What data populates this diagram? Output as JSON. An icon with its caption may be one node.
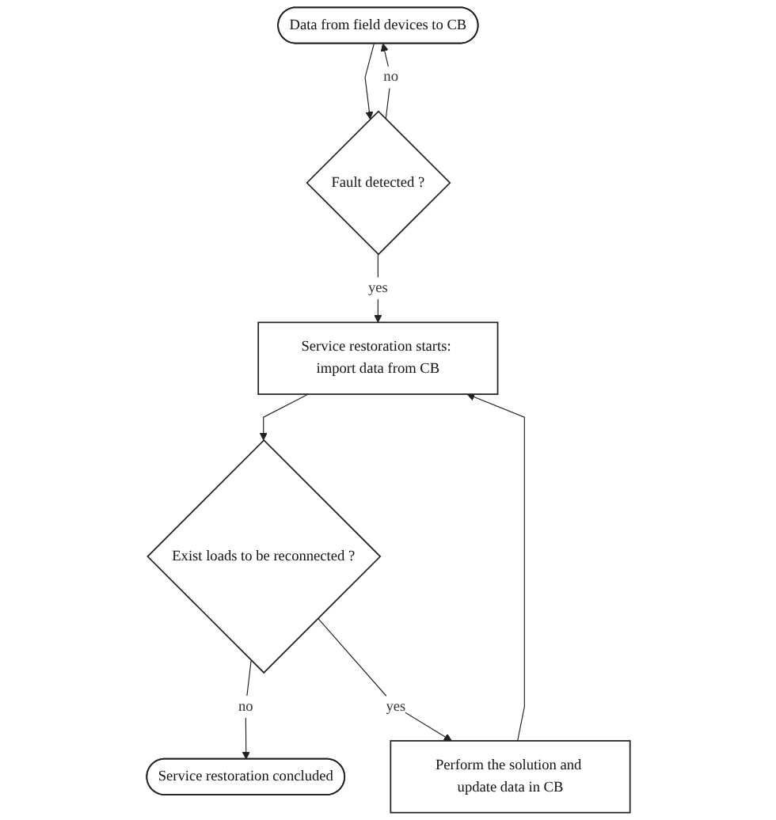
{
  "diagram": {
    "nodes": [
      {
        "text": [
          "Data from field devices to CB"
        ]
      },
      {
        "text": [
          "Fault detected ?"
        ]
      },
      {
        "text": [
          "Service restoration starts: import data from CB"
        ]
      },
      {
        "text": [
          "Exist loads to be reconnected ?"
        ]
      },
      {
        "text": [
          "Service restoration concluded"
        ]
      },
      {
        "text": [
          "Perform the solution and update data in CB"
        ]
      }
    ],
    "edges": [
      {
        "from": 0,
        "to": 1,
        "arrow": "to"
      },
      {
        "from": 1,
        "to": 0,
        "arrow": "to",
        "label": "no"
      },
      {
        "from": 1,
        "to": 2,
        "arrow": "to",
        "label": "yes"
      },
      {
        "from": 2,
        "to": 3,
        "arrow": "to"
      },
      {
        "from": 3,
        "to": 4,
        "arrow": "to",
        "label": "no"
      },
      {
        "from": 3,
        "to": 5,
        "arrow": "to",
        "label": "yes"
      },
      {
        "from": 5,
        "to": 2,
        "arrow": "to"
      }
    ]
  }
}
